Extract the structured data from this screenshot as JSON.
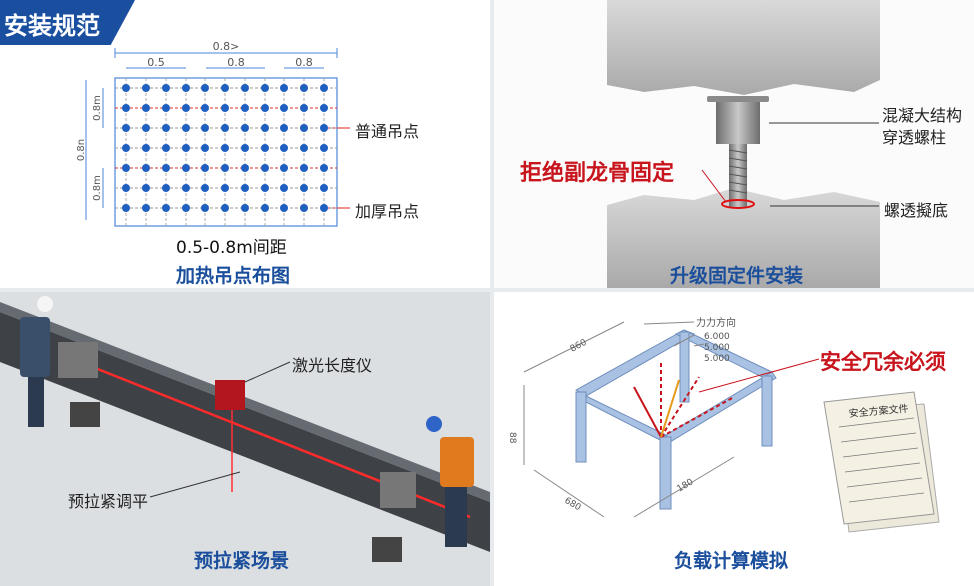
{
  "badge": {
    "title": "安装规范"
  },
  "panel1": {
    "caption": "加热吊点布图",
    "spacing_note": "0.5-0.8m间距",
    "top_dim": "0.8>",
    "sub_dims": [
      "0.5",
      "0.8",
      "0.8"
    ],
    "left_dim": "0.8n",
    "row_dims": [
      "0.8m",
      "0.8m"
    ],
    "legend_normal": "普通吊点",
    "legend_thick": "加厚吊点"
  },
  "panel2": {
    "caption": "升级固定件安装",
    "label_bolt_line1": "混凝大结构",
    "label_bolt_line2": "穿透螺柱",
    "label_warning": "拒绝副龙骨固定",
    "label_base": "螺透擬底"
  },
  "panel3": {
    "caption": "预拉紧场景",
    "label_laser": "激光长度仪",
    "label_tension": "预拉紧调平"
  },
  "panel4": {
    "caption": "负载计算模拟",
    "label_force": "力力方向",
    "values": [
      "6.000",
      "5.000",
      "5.000"
    ],
    "label_safety": "安全冗余必须",
    "dims": [
      "860",
      "88",
      "680",
      "180"
    ],
    "document_title": "安全方案文件"
  },
  "colors": {
    "brand": "#1a4fa0",
    "warning": "#c8141c",
    "dot": "#1f5fbf"
  }
}
